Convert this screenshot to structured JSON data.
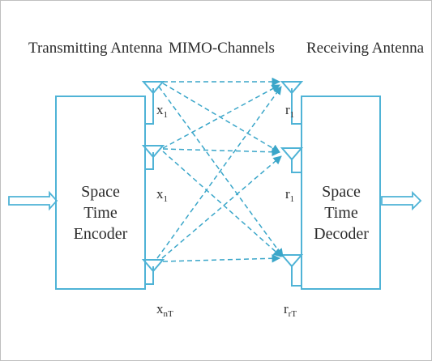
{
  "headers": {
    "transmit": "Transmitting Antenna",
    "channels": "MIMO-Channels",
    "receive": "Receiving Antenna"
  },
  "encoder": {
    "lines": [
      "Space",
      "Time",
      "Encoder"
    ]
  },
  "decoder": {
    "lines": [
      "Space",
      "Time",
      "Decoder"
    ]
  },
  "tx_signals": [
    {
      "base": "x",
      "sub": "1"
    },
    {
      "base": "x",
      "sub": "1"
    },
    {
      "base": "x",
      "sub": "nT"
    }
  ],
  "rx_signals": [
    {
      "base": "r",
      "sub": "1"
    },
    {
      "base": "r",
      "sub": "1"
    },
    {
      "base": "r",
      "sub": "rT"
    }
  ],
  "colors": {
    "accent": "#4fb3d6",
    "channel": "#3aa6c9",
    "text": "#2b2b2b"
  }
}
